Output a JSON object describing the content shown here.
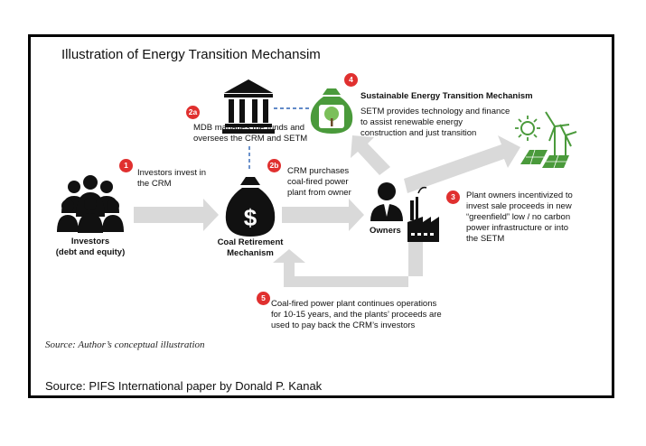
{
  "title": "Illustration of Energy Transition Mechansim",
  "badges": {
    "b1": "1",
    "b2a": "2a",
    "b2b": "2b",
    "b3": "3",
    "b4": "4",
    "b5": "5"
  },
  "nodes": {
    "investors": {
      "line1": "Investors",
      "line2": "(debt and equity)"
    },
    "crm": {
      "line1": "Coal Retirement",
      "line2": "Mechanism"
    },
    "owners": {
      "label": "Owners"
    },
    "setm": {
      "title": "Sustainable Energy Transition Mechanism"
    }
  },
  "steps": {
    "s1": {
      "line1": "Investors invest in",
      "line2": "the CRM"
    },
    "s2a": {
      "line1": "MDB manages the funds and",
      "line2": "oversees the CRM and SETM"
    },
    "s2b": {
      "line1": "CRM purchases",
      "line2": "coal-fired power",
      "line3": "plant from owner"
    },
    "s3": {
      "line1": "Plant owners incentivized to",
      "line2": "invest sale proceeds in new",
      "line3": "“greenfield” low / no carbon",
      "line4": "power infrastructure or into",
      "line5": "the SETM"
    },
    "s4": {
      "line1": "SETM provides technology and finance",
      "line2": "to assist renewable energy",
      "line3": "construction and just transition"
    },
    "s5": {
      "line1": "Coal-fired power plant continues operations",
      "line2": "for 10-15 years, and the plants’ proceeds are",
      "line3": "used to pay back the CRM’s investors"
    }
  },
  "figure_source": "Source: Author’s conceptual illustration",
  "page_source": "Source: PIFS International paper by Donald P. Kanak",
  "icons": [
    "investors-group-icon",
    "bank-building-icon",
    "money-bag-icon",
    "money-bag-tree-icon",
    "businessman-icon",
    "factory-icon",
    "solar-wind-icon"
  ],
  "colors": {
    "badge": "#e0302f",
    "arrow": "#d9d9d9",
    "connector": "#2e64b5",
    "green": "#4a9a3b",
    "icon": "#111111"
  }
}
